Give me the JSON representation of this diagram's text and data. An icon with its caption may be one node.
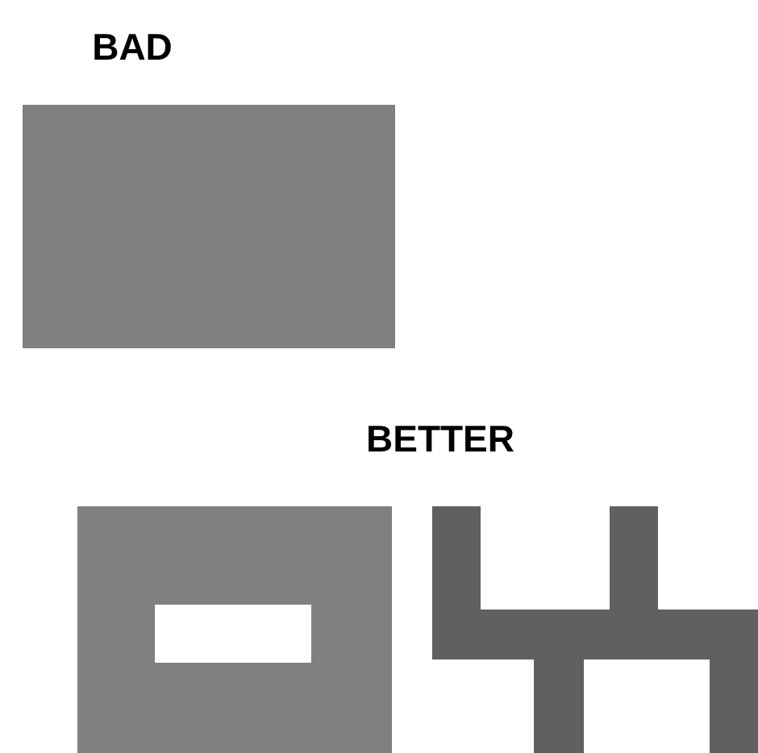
{
  "diagram": {
    "nodes": [
      {
        "text": [],
        "shape": "box"
      },
      {
        "text": [],
        "shape": "box"
      },
      {
        "text": [],
        "shape": "box"
      }
    ],
    "labels": [
      "BAD",
      "BETTER"
    ]
  }
}
